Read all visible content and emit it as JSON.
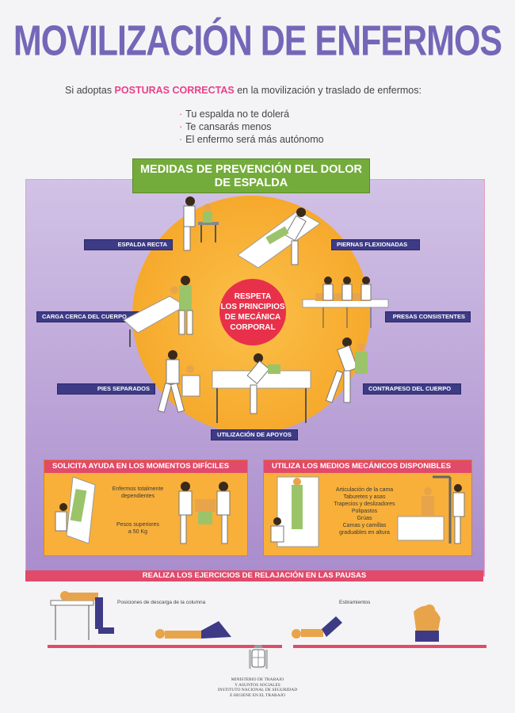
{
  "title": "MOVILIZACIÓN DE ENFERMOS",
  "intro": {
    "prefix": "Si adoptas ",
    "highlight": "POSTURAS CORRECTAS",
    "suffix": " en la movilización y traslado de enfermos:"
  },
  "bullets": [
    "Tu espalda no te dolerá",
    "Te cansarás menos",
    "El enfermo será más autónomo"
  ],
  "prevention": {
    "header_line1": "MEDIDAS DE PREVENCIÓN DEL DOLOR",
    "header_line2": "DE ESPALDA",
    "center_line1": "RESPETA",
    "center_line2": "LOS PRINCIPIOS",
    "center_line3": "DE MECÁNICA",
    "center_line4": "CORPORAL",
    "labels": {
      "espalda_recta": "ESPALDA RECTA",
      "piernas_flexionadas": "PIERNAS FLEXIONADAS",
      "carga_cerca": "CARGA CERCA DEL CUERPO",
      "presas_consistentes": "PRESAS CONSISTENTES",
      "pies_separados": "PIES SEPARADOS",
      "contrapeso": "CONTRAPESO DEL CUERPO",
      "apoyos": "UTILIZACIÓN DE APOYOS"
    }
  },
  "help_box": {
    "title": "SOLICITA AYUDA EN LOS MOMENTOS DIFÍCILES",
    "text1_line1": "Enfermos totalmente",
    "text1_line2": "dependientes",
    "text2_line1": "Pesos superiores",
    "text2_line2": "a 50 Kg"
  },
  "mech_box": {
    "title": "UTILIZA LOS MEDIOS MECÁNICOS DISPONIBLES",
    "items": [
      "Articulación de la cama",
      "Taburetes y asas",
      "Trapecios y deslizadores",
      "Polipastos",
      "Grúas",
      "Camas y camillas",
      "graduables en altura"
    ]
  },
  "relax": {
    "header": "REALIZA LOS EJERCICIOS DE RELAJACIÓN EN LAS PAUSAS",
    "caption1": "Posiciones de descarga de la columna",
    "caption2": "Estiramientos"
  },
  "footer": {
    "line1": "MINISTERIO DE TRABAJO",
    "line2": "Y ASUNTOS SOCIALES",
    "line3": "INSTITUTO NACIONAL DE SEGURIDAD",
    "line4": "E HIGIENE EN EL TRABAJO"
  },
  "colors": {
    "title": "#7467b8",
    "accent_pink": "#e24a6a",
    "header_green": "#74ac3c",
    "circle_orange": "#f4a020",
    "label_navy": "#3d3a86",
    "panel_purple": "#a98ccc"
  },
  "icons": {
    "figures": "person-figure-icon",
    "crest": "coat-of-arms-icon"
  }
}
